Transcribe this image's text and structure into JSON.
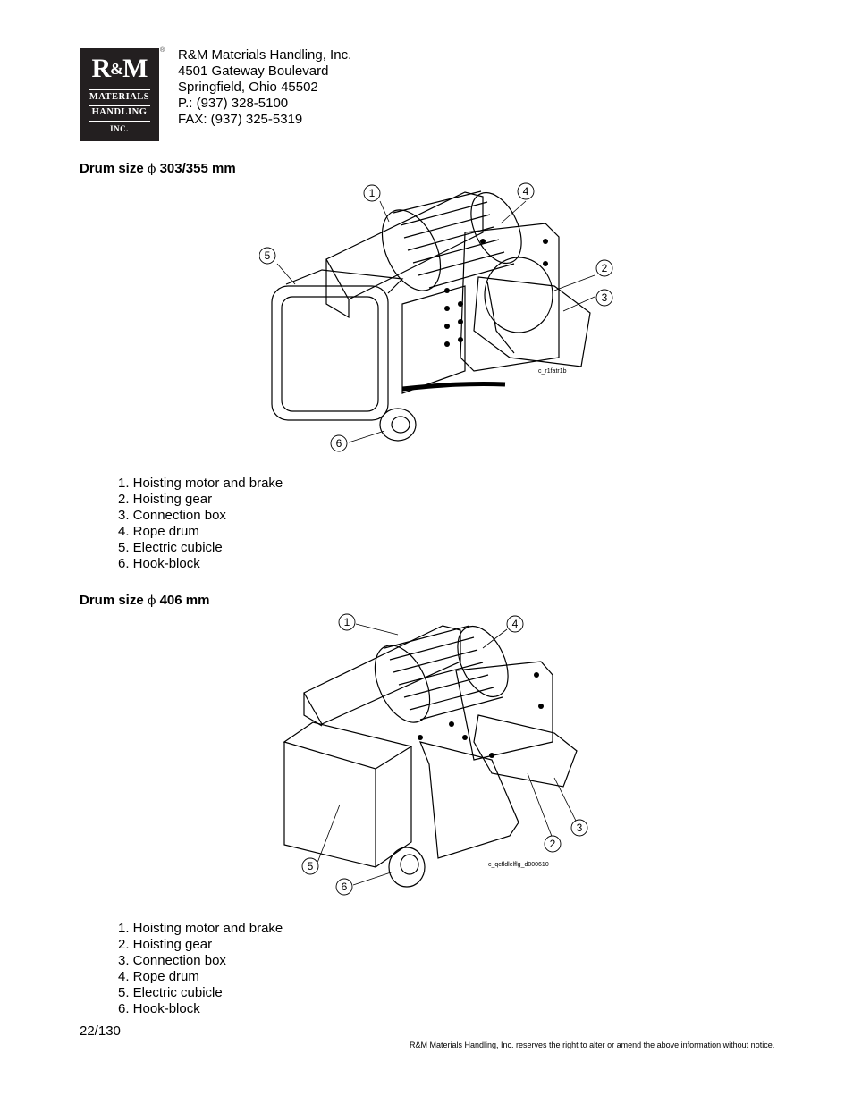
{
  "logo": {
    "main": "R&M",
    "line1": "MATERIALS",
    "line2": "HANDLING",
    "line3": "INC.",
    "registered": "®"
  },
  "address": {
    "company": "R&M Materials Handling, Inc.",
    "street": "4501 Gateway Boulevard",
    "city": "Springfield, Ohio 45502",
    "phone": "P.: (937) 328-5100",
    "fax": "FAX: (937) 325-5319"
  },
  "section1": {
    "heading_prefix": "Drum size",
    "phi": "ϕ",
    "heading_value": "303/355 mm",
    "figure_code": "c_r1fatr1b",
    "callouts": [
      "1",
      "4",
      "5",
      "2",
      "3",
      "6"
    ],
    "parts": [
      "1. Hoisting motor and brake",
      "2. Hoisting gear",
      "3. Connection box",
      "4. Rope drum",
      "5. Electric cubicle",
      "6. Hook-block"
    ]
  },
  "section2": {
    "heading_prefix": "Drum size",
    "phi": "ϕ",
    "heading_value": "406 mm",
    "figure_code": "c_qcfldlelflg_d000610",
    "callouts": [
      "1",
      "4",
      "3",
      "2",
      "5",
      "6"
    ],
    "parts": [
      "1. Hoisting motor and brake",
      "2. Hoisting gear",
      "3. Connection box",
      "4. Rope drum",
      "5. Electric cubicle",
      "6. Hook-block"
    ]
  },
  "footer": {
    "page": "22/130",
    "disclaimer": "R&M Materials Handling, Inc. reserves the right to alter or amend the above information without notice."
  },
  "colors": {
    "logo_bg": "#231f20",
    "ink": "#000000"
  }
}
